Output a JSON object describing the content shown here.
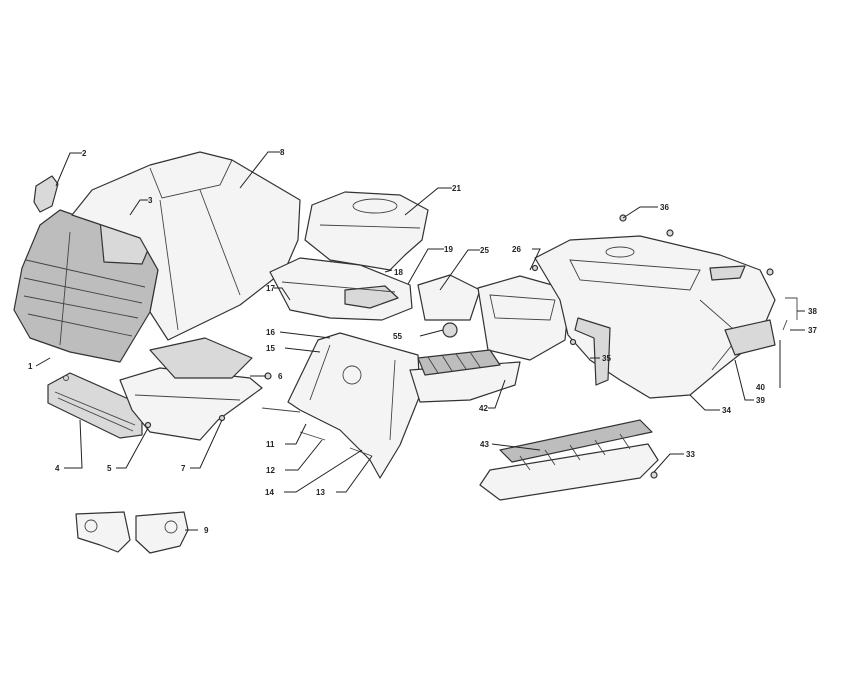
{
  "callouts": [
    {
      "id": "c1",
      "text": "1"
    },
    {
      "id": "c2",
      "text": "2"
    },
    {
      "id": "c3",
      "text": "3"
    },
    {
      "id": "c4",
      "text": "4"
    },
    {
      "id": "c5",
      "text": "5"
    },
    {
      "id": "c6",
      "text": "6"
    },
    {
      "id": "c7",
      "text": "7"
    },
    {
      "id": "c8",
      "text": "8"
    },
    {
      "id": "c9",
      "text": "9"
    },
    {
      "id": "c11",
      "text": "11"
    },
    {
      "id": "c12",
      "text": "12"
    },
    {
      "id": "c13",
      "text": "13"
    },
    {
      "id": "c14",
      "text": "14"
    },
    {
      "id": "c15",
      "text": "15"
    },
    {
      "id": "c16",
      "text": "16"
    },
    {
      "id": "c17",
      "text": "17"
    },
    {
      "id": "c18",
      "text": "18"
    },
    {
      "id": "c19",
      "text": "19"
    },
    {
      "id": "c21",
      "text": "21"
    },
    {
      "id": "c25",
      "text": "25"
    },
    {
      "id": "c26",
      "text": "26"
    },
    {
      "id": "c33",
      "text": "33"
    },
    {
      "id": "c34",
      "text": "34"
    },
    {
      "id": "c35",
      "text": "35"
    },
    {
      "id": "c36",
      "text": "36"
    },
    {
      "id": "c37",
      "text": "37"
    },
    {
      "id": "c38",
      "text": "38"
    },
    {
      "id": "c39",
      "text": "39"
    },
    {
      "id": "c40",
      "text": "40"
    },
    {
      "id": "c42",
      "text": "42"
    },
    {
      "id": "c43",
      "text": "43"
    },
    {
      "id": "c55",
      "text": "55"
    }
  ]
}
